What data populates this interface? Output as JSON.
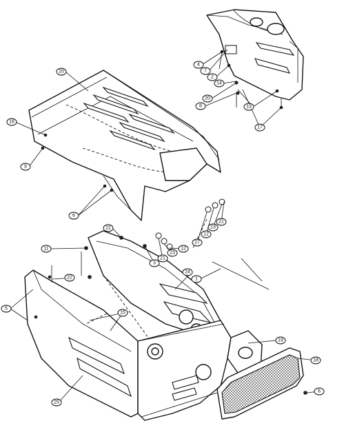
{
  "callouts": {
    "c20_top": "20",
    "c16": "16",
    "c9_left": "9",
    "c6": "6",
    "c4": "4",
    "c7": "7",
    "c2": "2",
    "c14": "14",
    "c20_right": "20",
    "c8": "8",
    "c13": "13",
    "c17": "17",
    "c22_mid": "22",
    "c11": "11",
    "c3": "3",
    "c21_a": "21",
    "c23_a": "23",
    "c12_a": "12",
    "c27": "27",
    "c12_b": "12",
    "c23_b": "23",
    "c21_b": "21",
    "c24": "24",
    "c1": "1",
    "c22_left": "22",
    "c5": "5",
    "c15": "15",
    "c19": "19",
    "c18": "18",
    "c6_right": "6",
    "c25": "25"
  }
}
